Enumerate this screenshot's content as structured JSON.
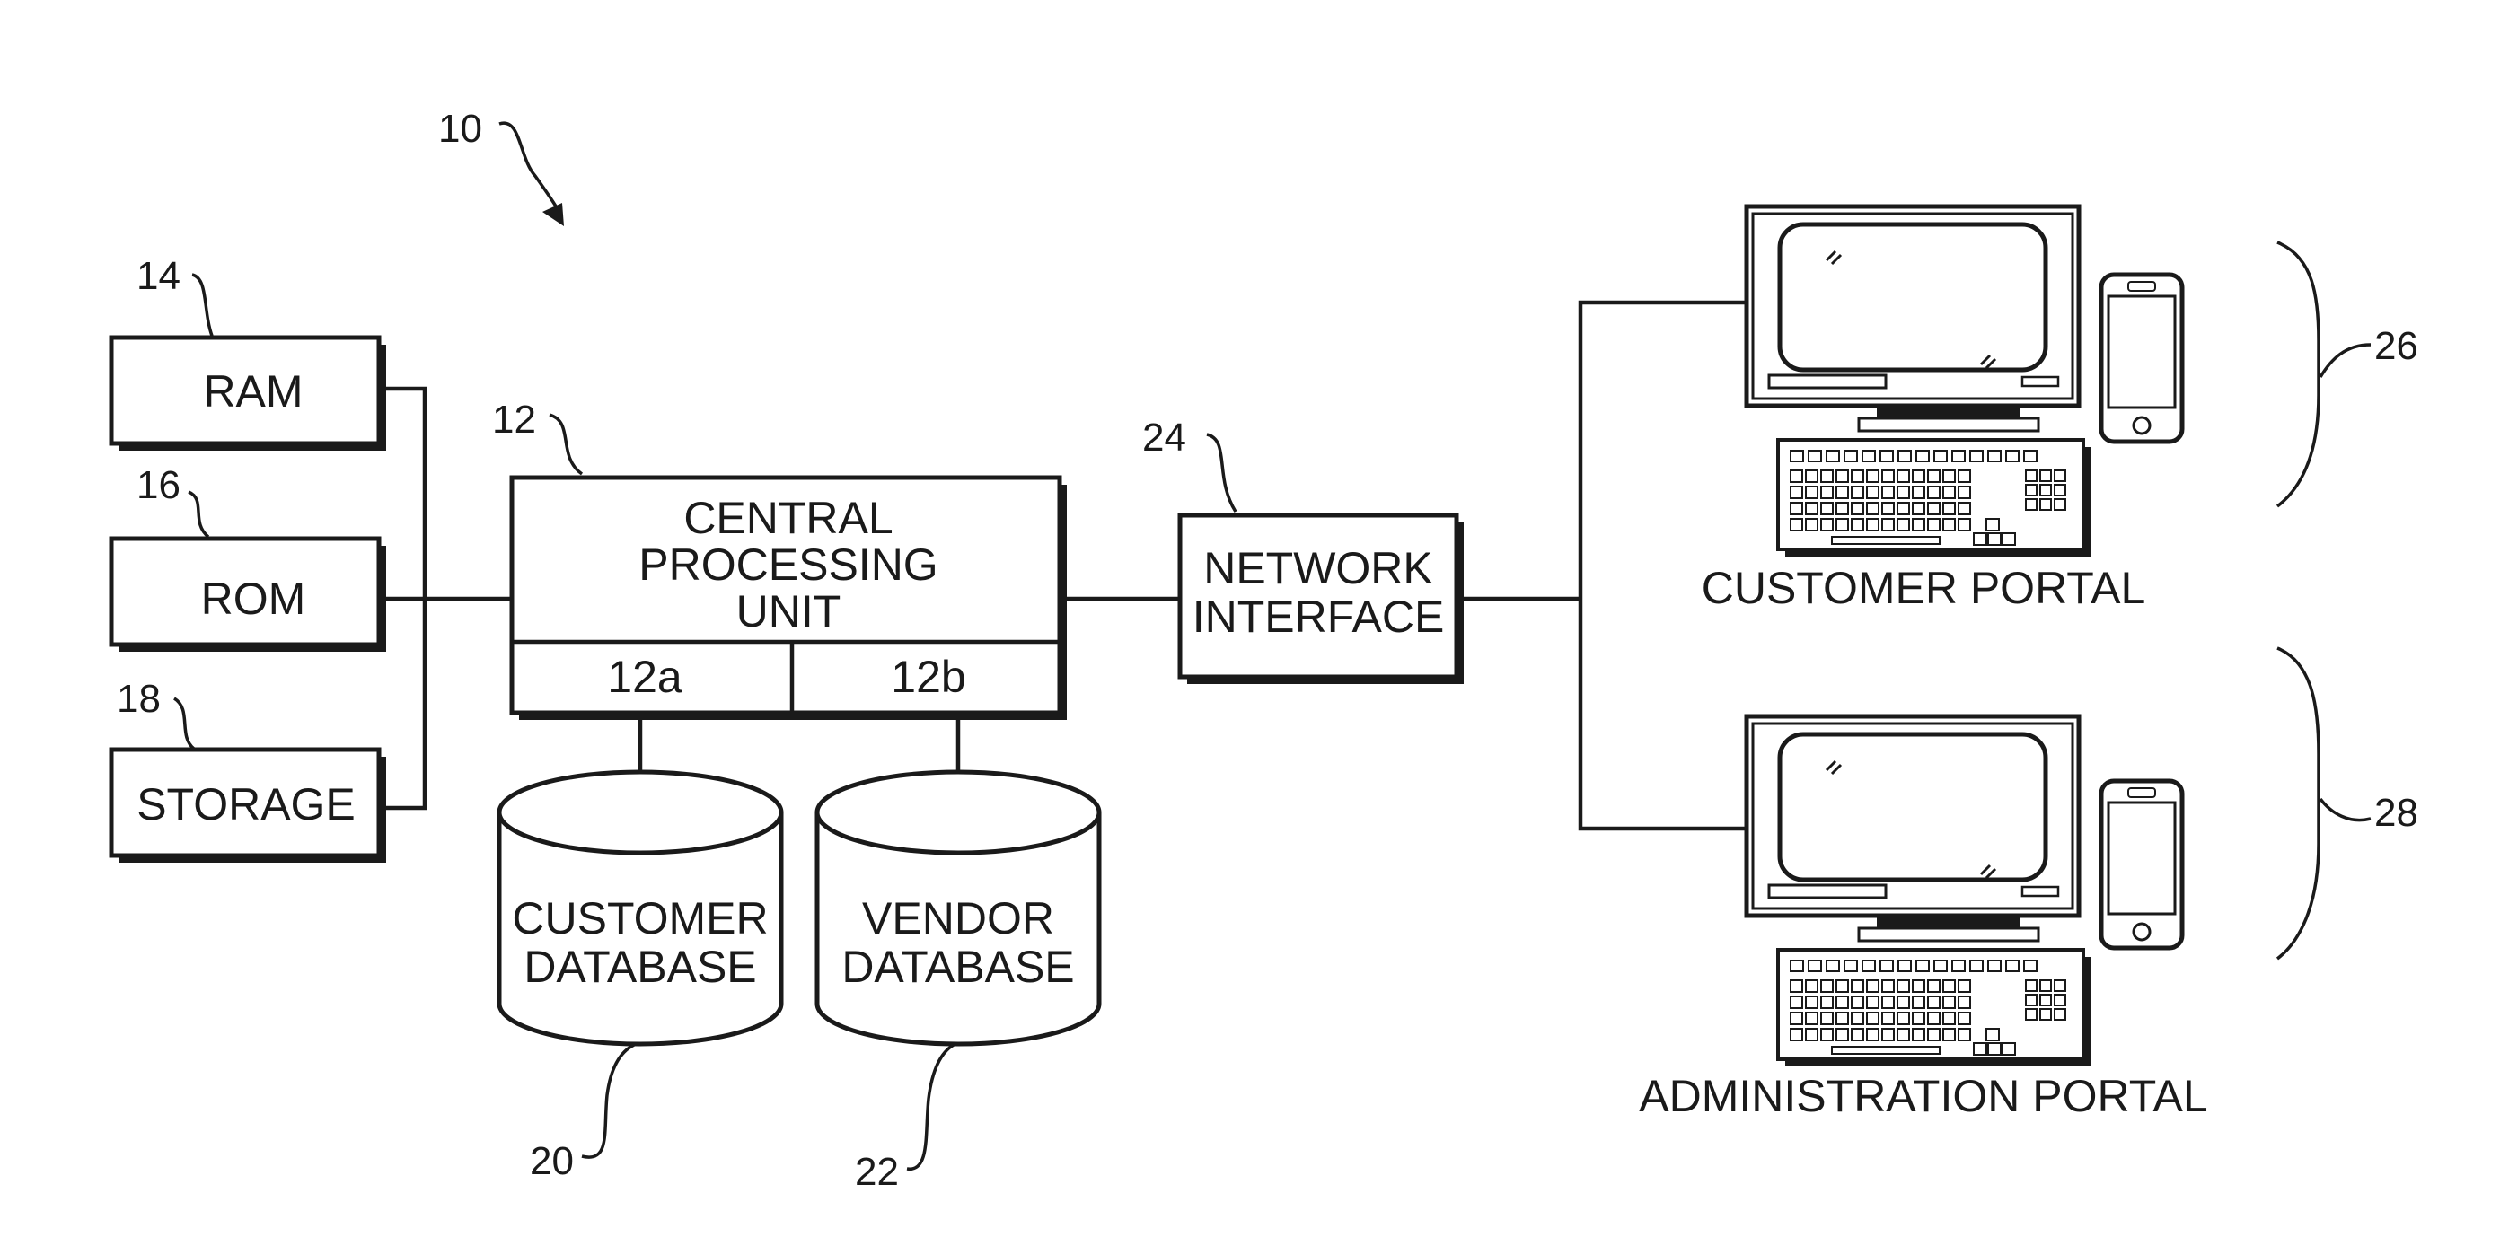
{
  "refs": {
    "system": "10",
    "cpu": "12",
    "ram": "14",
    "rom": "16",
    "storage": "18",
    "customer_db": "20",
    "vendor_db": "22",
    "network": "24",
    "customer_portal": "26",
    "admin_portal": "28"
  },
  "blocks": {
    "ram": "RAM",
    "rom": "ROM",
    "storage": "STORAGE",
    "cpu_line1": "CENTRAL",
    "cpu_line2": "PROCESSING",
    "cpu_line3": "UNIT",
    "cpu_a": "12a",
    "cpu_b": "12b",
    "network_line1": "NETWORK",
    "network_line2": "INTERFACE"
  },
  "databases": {
    "customer_line1": "CUSTOMER",
    "customer_line2": "DATABASE",
    "vendor_line1": "VENDOR",
    "vendor_line2": "DATABASE"
  },
  "portals": {
    "customer": "CUSTOMER PORTAL",
    "admin": "ADMINISTRATION PORTAL"
  }
}
